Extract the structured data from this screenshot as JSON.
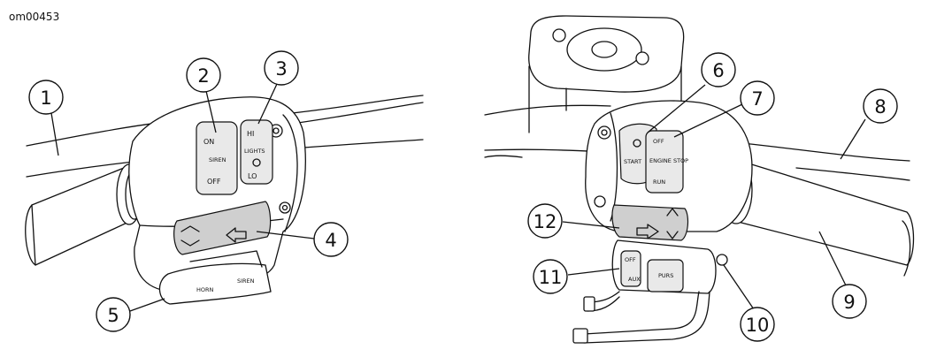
{
  "figure_id": "om00453",
  "left_switch": {
    "run_on": "ON",
    "siren": "SIREN",
    "off": "OFF",
    "hi": "HI",
    "lights": "LIGHTS",
    "lo": "LO",
    "horn": "HORN",
    "siren_lever": "SIREN"
  },
  "right_switch": {
    "start": "START",
    "engine_off": "OFF",
    "engine_stop": "ENGINE STOP",
    "run": "RUN",
    "aux_off": "OFF",
    "aux": "AUX",
    "pursuit": "PURS"
  },
  "callouts": [
    {
      "number": "1"
    },
    {
      "number": "2"
    },
    {
      "number": "3"
    },
    {
      "number": "4"
    },
    {
      "number": "5"
    },
    {
      "number": "6"
    },
    {
      "number": "7"
    },
    {
      "number": "8"
    },
    {
      "number": "9"
    },
    {
      "number": "10"
    },
    {
      "number": "11"
    },
    {
      "number": "12"
    }
  ]
}
